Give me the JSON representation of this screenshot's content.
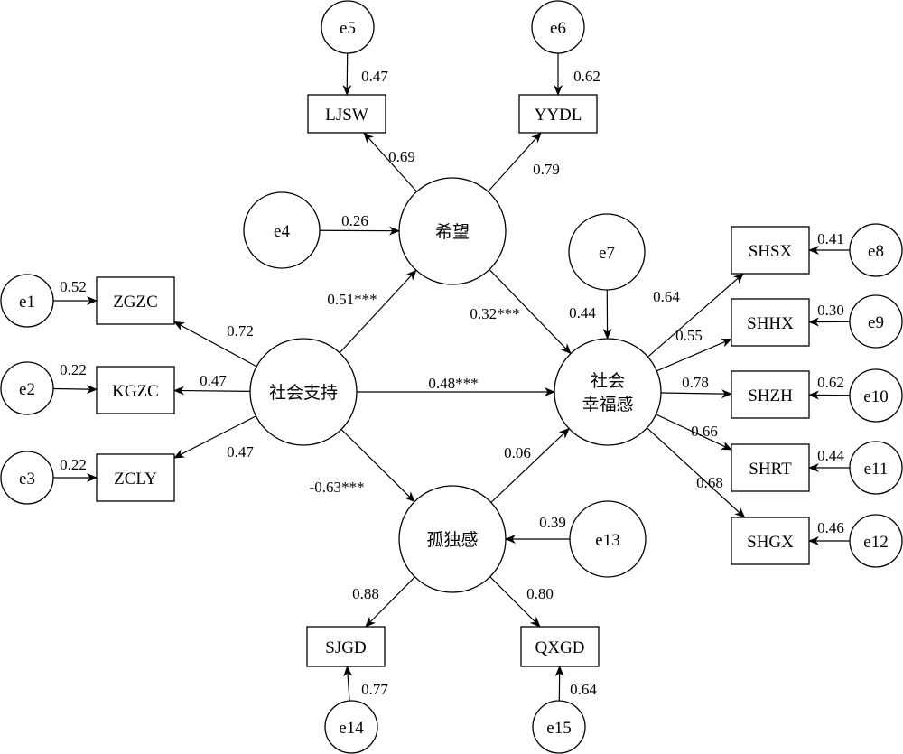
{
  "diagram": {
    "type": "structural-equation-model",
    "latent_variables": [
      {
        "id": "social_support",
        "label_lines": [
          "社会支持"
        ]
      },
      {
        "id": "hope",
        "label_lines": [
          "希望"
        ]
      },
      {
        "id": "loneliness",
        "label_lines": [
          "孤独感"
        ]
      },
      {
        "id": "social_wellbeing",
        "label_lines": [
          "社会",
          "幸福感"
        ]
      }
    ],
    "observed_variables": [
      {
        "id": "ZGZC",
        "label": "ZGZC"
      },
      {
        "id": "KGZC",
        "label": "KGZC"
      },
      {
        "id": "ZCLY",
        "label": "ZCLY"
      },
      {
        "id": "LJSW",
        "label": "LJSW"
      },
      {
        "id": "YYDL",
        "label": "YYDL"
      },
      {
        "id": "SHSX",
        "label": "SHSX"
      },
      {
        "id": "SHHX",
        "label": "SHHX"
      },
      {
        "id": "SHZH",
        "label": "SHZH"
      },
      {
        "id": "SHRT",
        "label": "SHRT"
      },
      {
        "id": "SHGX",
        "label": "SHGX"
      },
      {
        "id": "SJGD",
        "label": "SJGD"
      },
      {
        "id": "QXGD",
        "label": "QXGD"
      }
    ],
    "error_terms": [
      {
        "id": "e1",
        "label": "e1"
      },
      {
        "id": "e2",
        "label": "e2"
      },
      {
        "id": "e3",
        "label": "e3"
      },
      {
        "id": "e4",
        "label": "e4"
      },
      {
        "id": "e5",
        "label": "e5"
      },
      {
        "id": "e6",
        "label": "e6"
      },
      {
        "id": "e7",
        "label": "e7"
      },
      {
        "id": "e8",
        "label": "e8"
      },
      {
        "id": "e9",
        "label": "e9"
      },
      {
        "id": "e10",
        "label": "e10"
      },
      {
        "id": "e11",
        "label": "e11"
      },
      {
        "id": "e12",
        "label": "e12"
      },
      {
        "id": "e13",
        "label": "e13"
      },
      {
        "id": "e14",
        "label": "e14"
      },
      {
        "id": "e15",
        "label": "e15"
      }
    ],
    "paths": [
      {
        "from": "social_support",
        "to": "hope",
        "coef": "0.51***"
      },
      {
        "from": "social_support",
        "to": "social_wellbeing",
        "coef": "0.48***"
      },
      {
        "from": "social_support",
        "to": "loneliness",
        "coef": "-0.63***"
      },
      {
        "from": "hope",
        "to": "social_wellbeing",
        "coef": "0.32***"
      },
      {
        "from": "loneliness",
        "to": "social_wellbeing",
        "coef": "0.06"
      }
    ],
    "loadings": [
      {
        "from": "social_support",
        "to": "ZGZC",
        "coef": "0.72"
      },
      {
        "from": "social_support",
        "to": "KGZC",
        "coef": "0.47"
      },
      {
        "from": "social_support",
        "to": "ZCLY",
        "coef": "0.47"
      },
      {
        "from": "hope",
        "to": "LJSW",
        "coef": "0.69"
      },
      {
        "from": "hope",
        "to": "YYDL",
        "coef": "0.79"
      },
      {
        "from": "social_wellbeing",
        "to": "SHSX",
        "coef": "0.64"
      },
      {
        "from": "social_wellbeing",
        "to": "SHHX",
        "coef": "0.55"
      },
      {
        "from": "social_wellbeing",
        "to": "SHZH",
        "coef": "0.78"
      },
      {
        "from": "social_wellbeing",
        "to": "SHRT",
        "coef": "0.66"
      },
      {
        "from": "social_wellbeing",
        "to": "SHGX",
        "coef": "0.68"
      },
      {
        "from": "loneliness",
        "to": "SJGD",
        "coef": "0.88"
      },
      {
        "from": "loneliness",
        "to": "QXGD",
        "coef": "0.80"
      }
    ],
    "error_paths": [
      {
        "from": "e1",
        "to": "ZGZC",
        "coef": "0.52"
      },
      {
        "from": "e2",
        "to": "KGZC",
        "coef": "0.22"
      },
      {
        "from": "e3",
        "to": "ZCLY",
        "coef": "0.22"
      },
      {
        "from": "e4",
        "to": "hope",
        "coef": "0.26"
      },
      {
        "from": "e5",
        "to": "LJSW",
        "coef": "0.47"
      },
      {
        "from": "e6",
        "to": "YYDL",
        "coef": "0.62"
      },
      {
        "from": "e7",
        "to": "social_wellbeing",
        "coef": "0.44"
      },
      {
        "from": "e8",
        "to": "SHSX",
        "coef": "0.41"
      },
      {
        "from": "e9",
        "to": "SHHX",
        "coef": "0.30"
      },
      {
        "from": "e10",
        "to": "SHZH",
        "coef": "0.62"
      },
      {
        "from": "e11",
        "to": "SHRT",
        "coef": "0.44"
      },
      {
        "from": "e12",
        "to": "SHGX",
        "coef": "0.46"
      },
      {
        "from": "e13",
        "to": "loneliness",
        "coef": "0.39"
      },
      {
        "from": "e14",
        "to": "SJGD",
        "coef": "0.77"
      },
      {
        "from": "e15",
        "to": "QXGD",
        "coef": "0.64"
      }
    ]
  }
}
